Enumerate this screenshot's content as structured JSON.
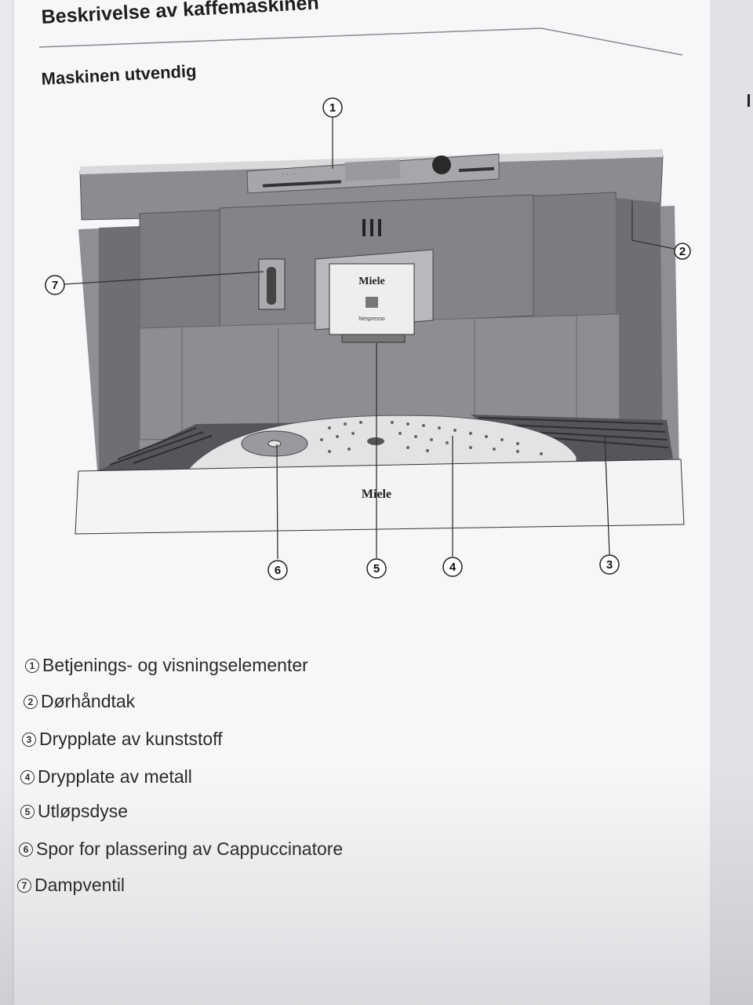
{
  "header": {
    "section_title": "Beskrivelse av kaffemaskinen",
    "sub_title": "Maskinen utvendig"
  },
  "figure": {
    "brand_panel": "Miele",
    "brand_front": "Miele",
    "capsule_text": "Nespresso",
    "callouts": [
      "1",
      "2",
      "3",
      "4",
      "5",
      "6",
      "7"
    ]
  },
  "legend": {
    "items": [
      {
        "num": "1",
        "label": "Betjenings- og visningselementer"
      },
      {
        "num": "2",
        "label": "Dørhåndtak"
      },
      {
        "num": "3",
        "label": "Drypplate av kunststoff"
      },
      {
        "num": "4",
        "label": "Drypplate av metall"
      },
      {
        "num": "5",
        "label": "Utløpsdyse"
      },
      {
        "num": "6",
        "label": "Spor for plassering av Cappuccinatore"
      },
      {
        "num": "7",
        "label": "Dampventil"
      }
    ]
  }
}
